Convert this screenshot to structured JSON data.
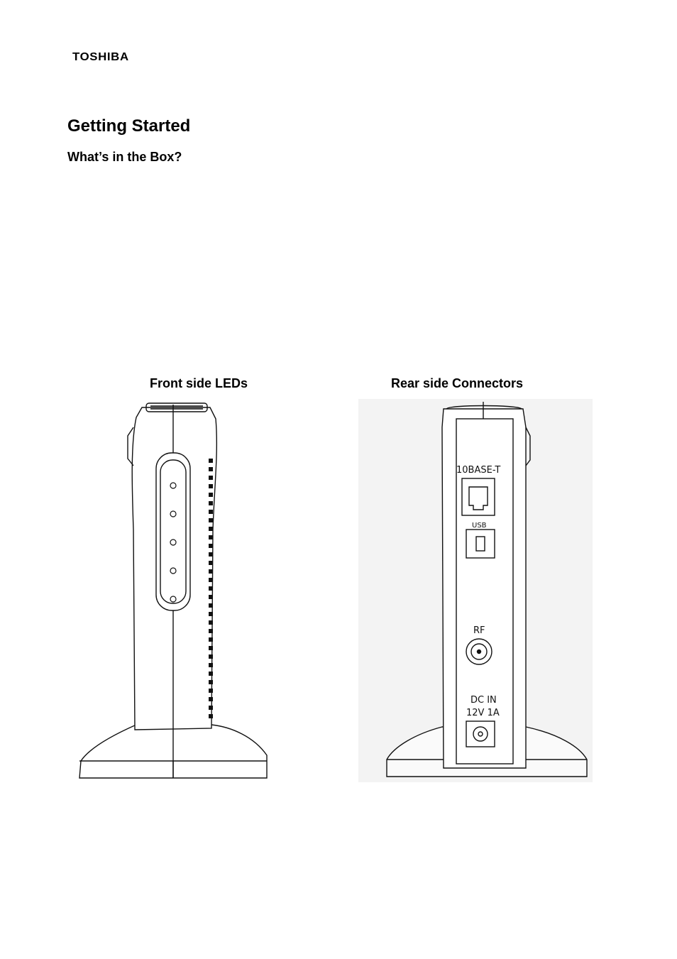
{
  "header": {
    "brand": "TOSHIBA"
  },
  "section": {
    "title": "Getting Started",
    "subtitle": "What’s in the Box?"
  },
  "figures": {
    "front": {
      "caption": "Front side LEDs",
      "led_count": 5
    },
    "rear": {
      "caption": "Rear side Connectors",
      "ports": {
        "ethernet": "10BASE-T",
        "usb": "USB",
        "rf": "RF",
        "dc_line1": "DC IN",
        "dc_line2": "12V 1A"
      }
    }
  }
}
